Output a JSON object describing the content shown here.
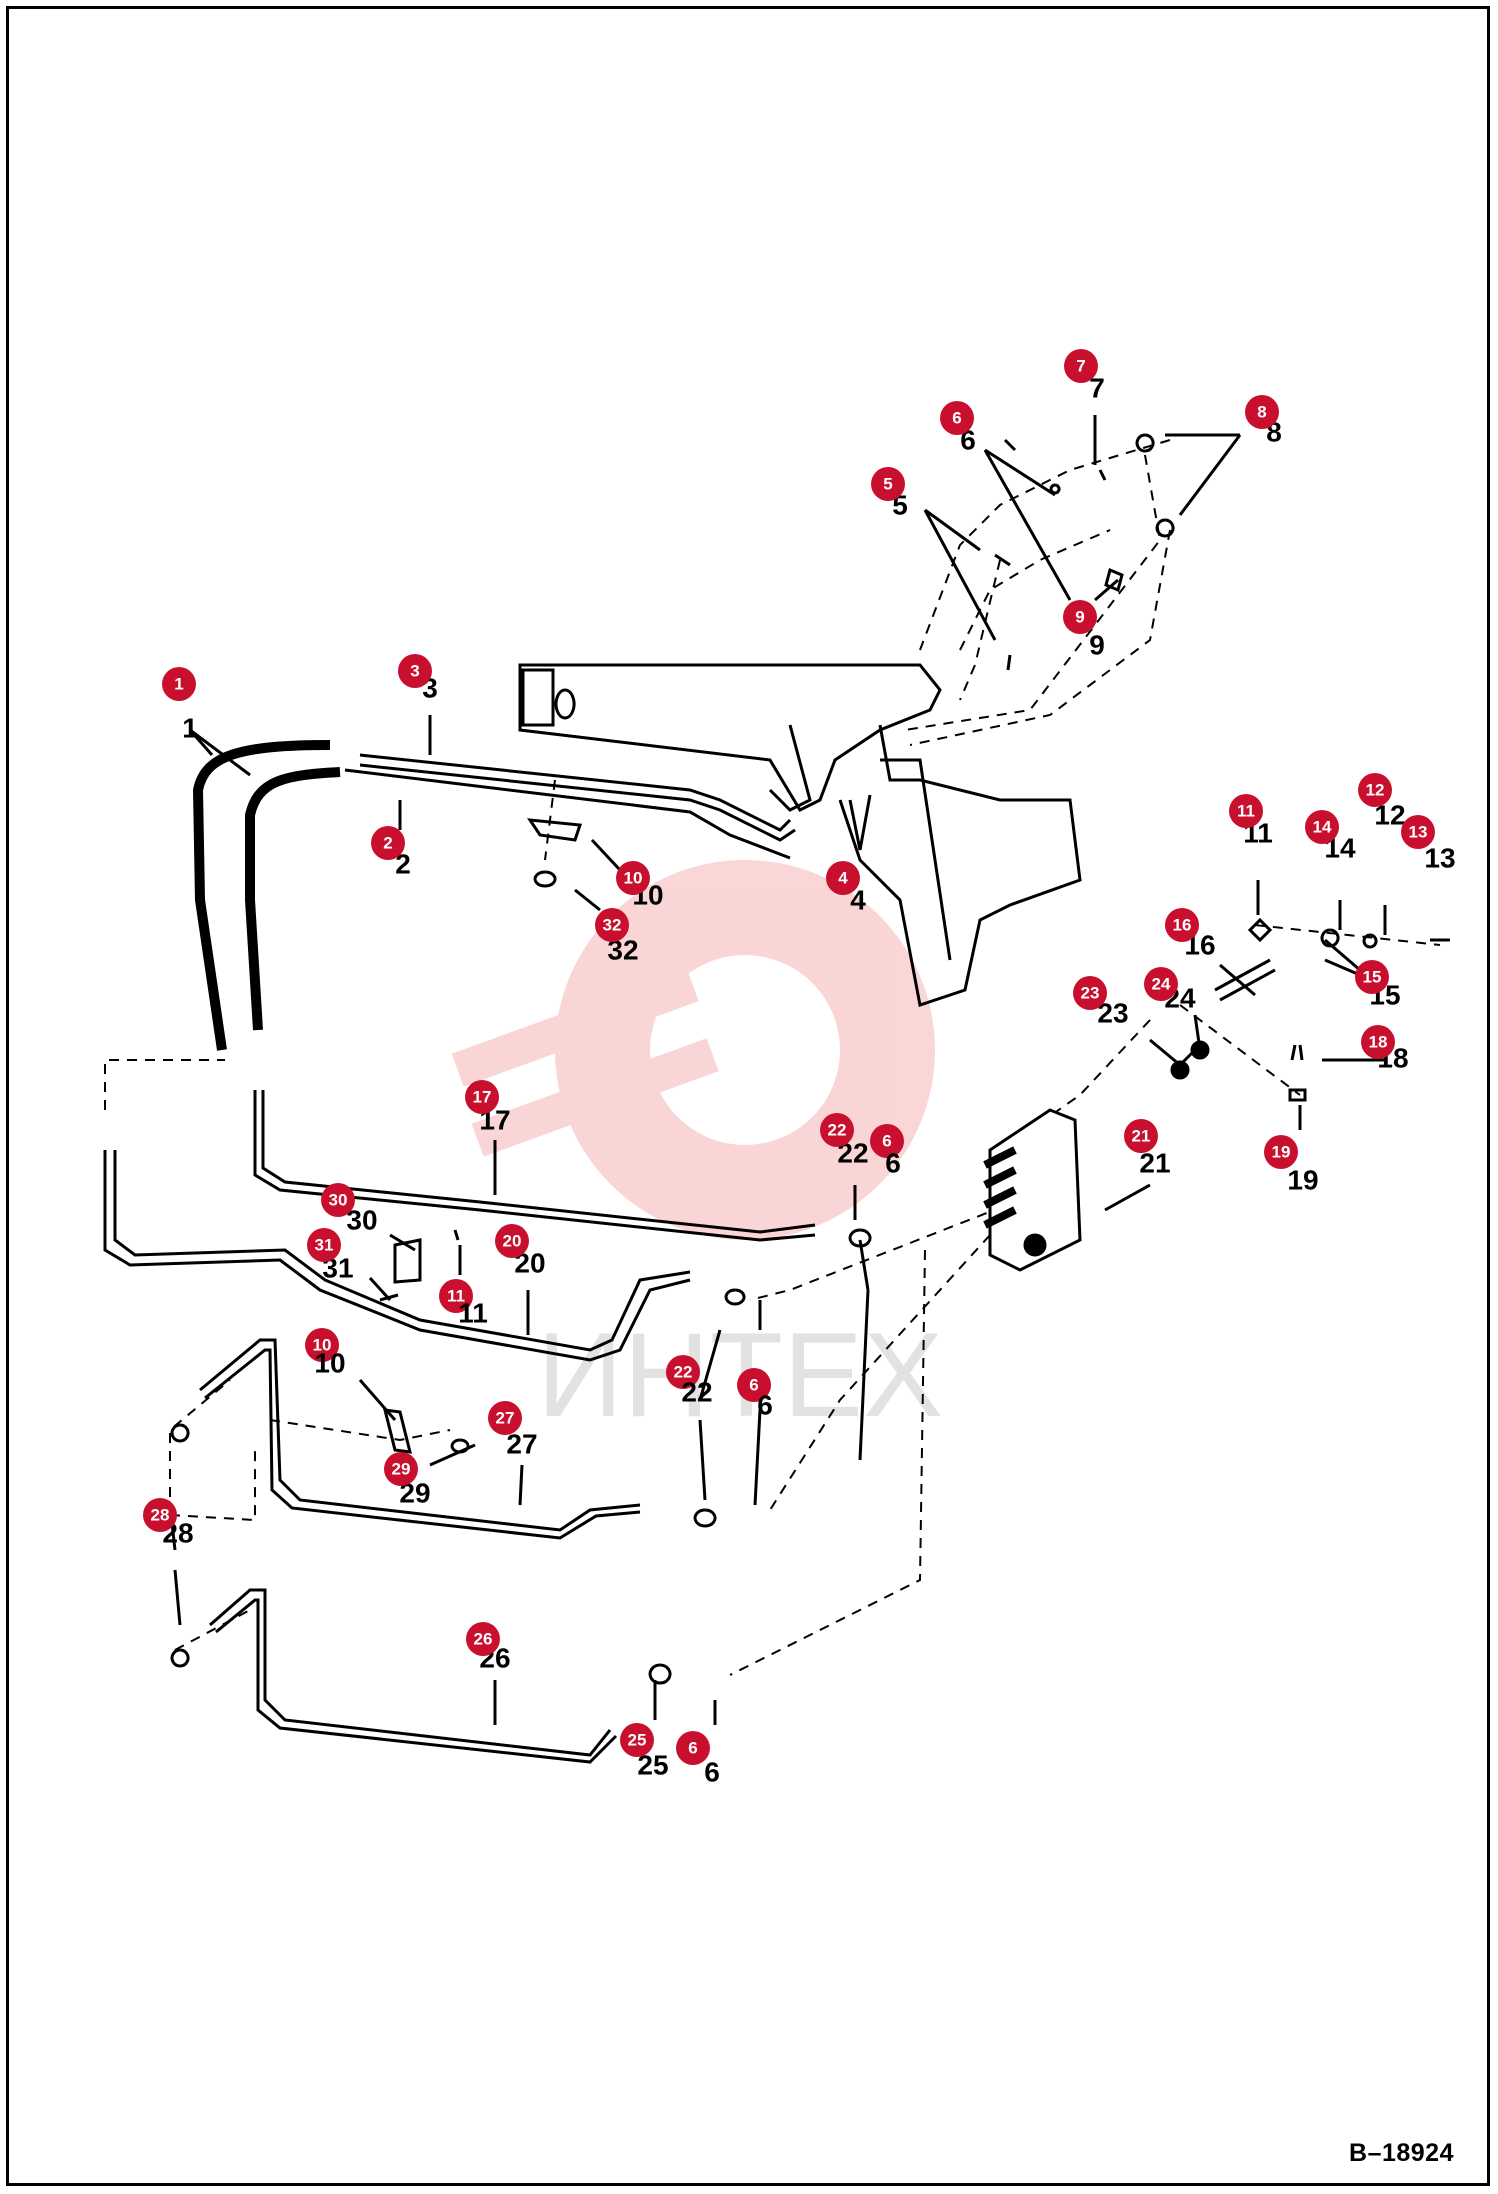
{
  "figure_id": "B–18924",
  "watermark_text": "ИНТЕХ",
  "colors": {
    "callout": "#c8102e",
    "line": "#000000",
    "watermark": "#f08a8a"
  },
  "callouts": [
    "1",
    "2",
    "3",
    "4",
    "5",
    "6",
    "7",
    "8",
    "9",
    "10",
    "11",
    "12",
    "13",
    "14",
    "15",
    "16",
    "17",
    "18",
    "19",
    "20",
    "21",
    "22",
    "23",
    "24",
    "25",
    "26",
    "27",
    "28",
    "29",
    "30",
    "31",
    "32"
  ],
  "part_labels": [
    "1",
    "2",
    "3",
    "4",
    "5",
    "6",
    "7",
    "8",
    "9",
    "10",
    "11",
    "12",
    "13",
    "14",
    "15",
    "16",
    "17",
    "18",
    "19",
    "20",
    "21",
    "22",
    "23",
    "24",
    "25",
    "26",
    "27",
    "28",
    "29",
    "30",
    "31",
    "32"
  ]
}
